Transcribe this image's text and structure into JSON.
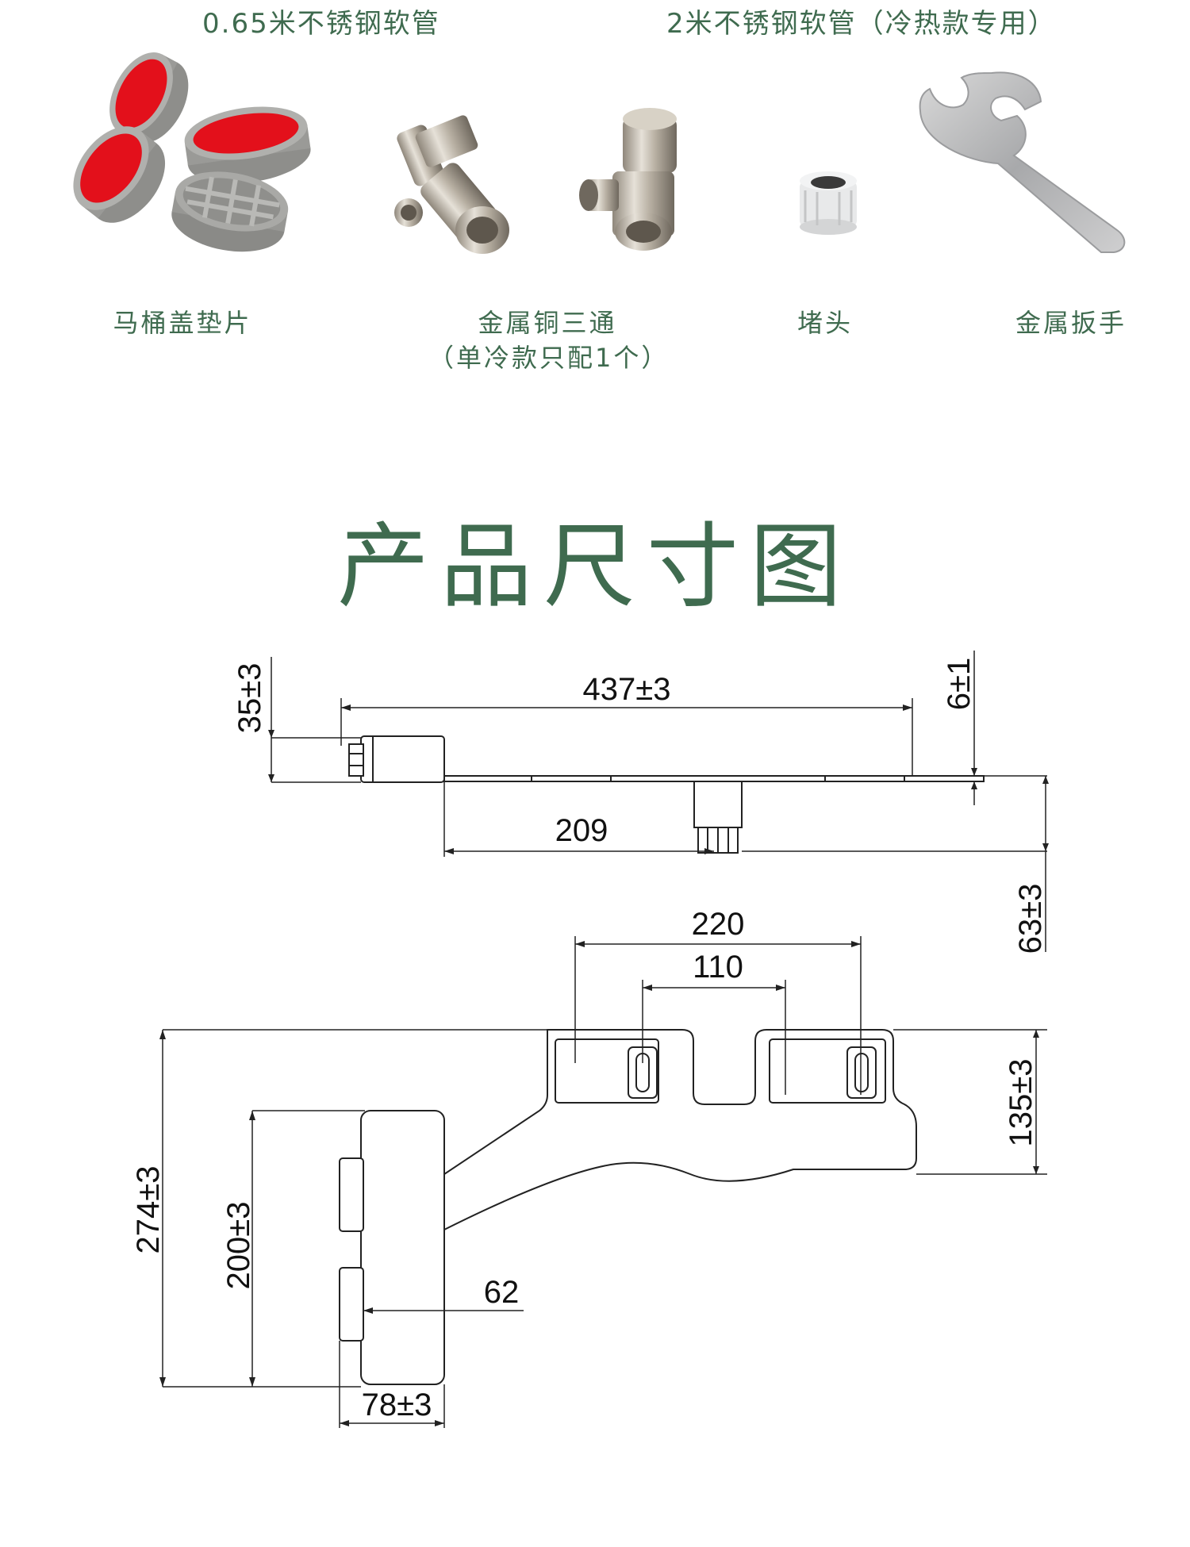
{
  "hose_labels": {
    "short_hose": "0.65米不锈钢软管",
    "long_hose": "2米不锈钢软管（冷热款专用）"
  },
  "accessories": [
    {
      "name": "马桶盖垫片",
      "note": ""
    },
    {
      "name": "金属铜三通",
      "note": "（单冷款只配1个）"
    },
    {
      "name": "堵头",
      "note": ""
    },
    {
      "name": "金属扳手",
      "note": ""
    }
  ],
  "section_title": "产品尺寸图",
  "dimensions": {
    "length": "437±3",
    "height": "35±3",
    "thickness": "6±1",
    "nozzle_offset": "209",
    "drop": "63±3",
    "bracket_span": "220",
    "slot_span": "110",
    "bracket_depth": "135±3",
    "total_depth": "274±3",
    "panel_height": "200±3",
    "panel_gap": "62",
    "panel_width": "78±3"
  },
  "colors": {
    "brand_green": "#3f6b4f",
    "pad_red": "#e3101b",
    "pad_gray": "#a9a9a6",
    "metal": "#c9c3b8"
  }
}
